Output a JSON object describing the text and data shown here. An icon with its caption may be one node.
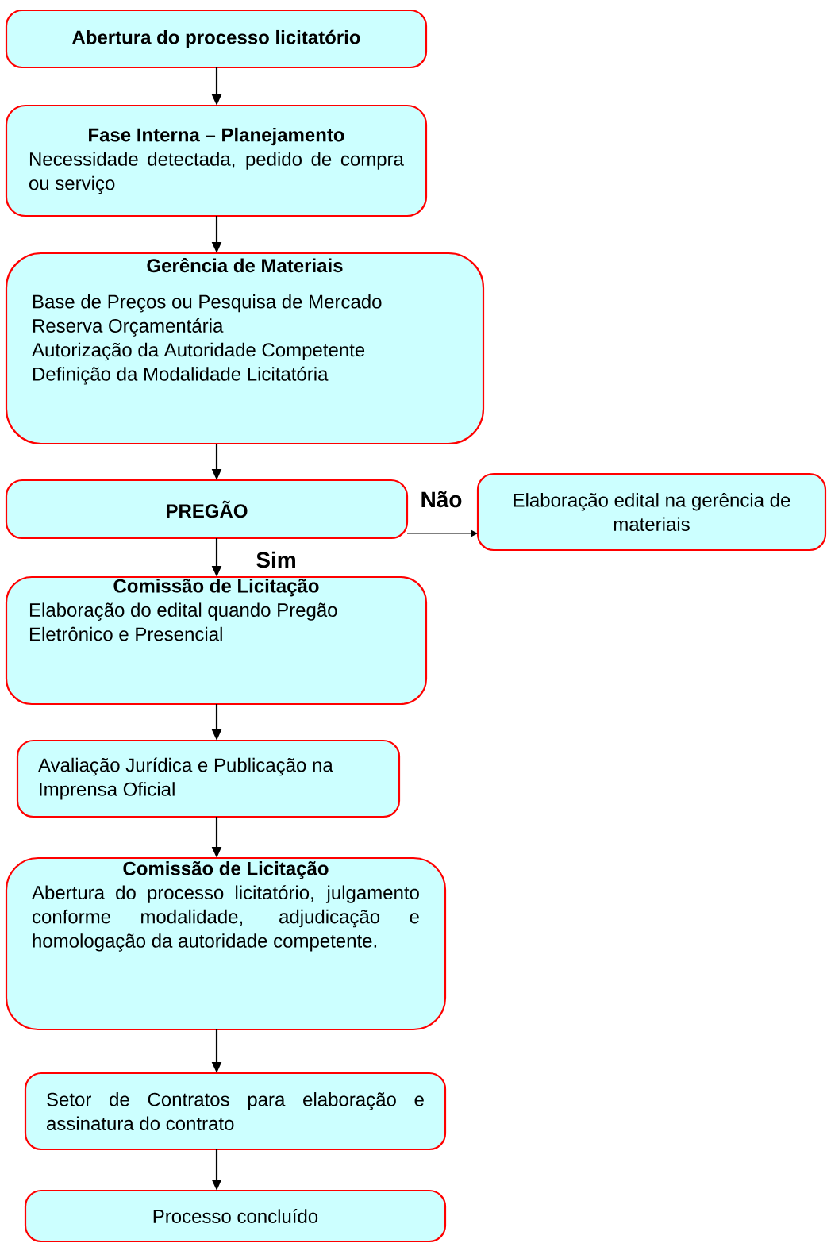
{
  "diagram": {
    "nodes": [
      {
        "text": [
          "Abertura do processo licitatório"
        ]
      },
      {
        "text": [
          "Fase Interna – Planejamento",
          "Necessidade detectada, pedido de compra ou serviço"
        ]
      },
      {
        "text": [
          "Gerência de Materiais",
          "Base de Preços ou Pesquisa de Mercado",
          "Reserva Orçamentária",
          "Autorização da Autoridade Competente",
          "Definição da Modalidade Licitatória"
        ]
      },
      {
        "text": [
          "PREGÃO"
        ]
      },
      {
        "text": [
          "Elaboração edital na gerência de materiais"
        ]
      },
      {
        "text": [
          "Comissão de Licitação",
          "Elaboração do edital quando Pregão Eletrônico e Presencial"
        ]
      },
      {
        "text": [
          "Avaliação Jurídica e Publicação na Imprensa Oficial"
        ]
      },
      {
        "text": [
          "Comissão de Licitação",
          "Abertura do processo licitatório, julgamento conforme modalidade, adjudicação e homologação da autoridade competente."
        ]
      },
      {
        "text": [
          "Setor de Contratos para elaboração e assinatura do contrato"
        ]
      },
      {
        "text": [
          "Processo concluído"
        ]
      }
    ],
    "edges": [
      {
        "from": 0,
        "to": 1,
        "arrow": "to"
      },
      {
        "from": 1,
        "to": 2,
        "arrow": "to"
      },
      {
        "from": 2,
        "to": 3,
        "arrow": "to"
      },
      {
        "from": 3,
        "to": 4,
        "arrow": "to",
        "label": "Não"
      },
      {
        "from": 3,
        "to": 5,
        "arrow": "to",
        "label": "Sim"
      },
      {
        "from": 5,
        "to": 6,
        "arrow": "to"
      },
      {
        "from": 6,
        "to": 7,
        "arrow": "to"
      },
      {
        "from": 7,
        "to": 8,
        "arrow": "to"
      },
      {
        "from": 8,
        "to": 9,
        "arrow": "to"
      }
    ]
  }
}
